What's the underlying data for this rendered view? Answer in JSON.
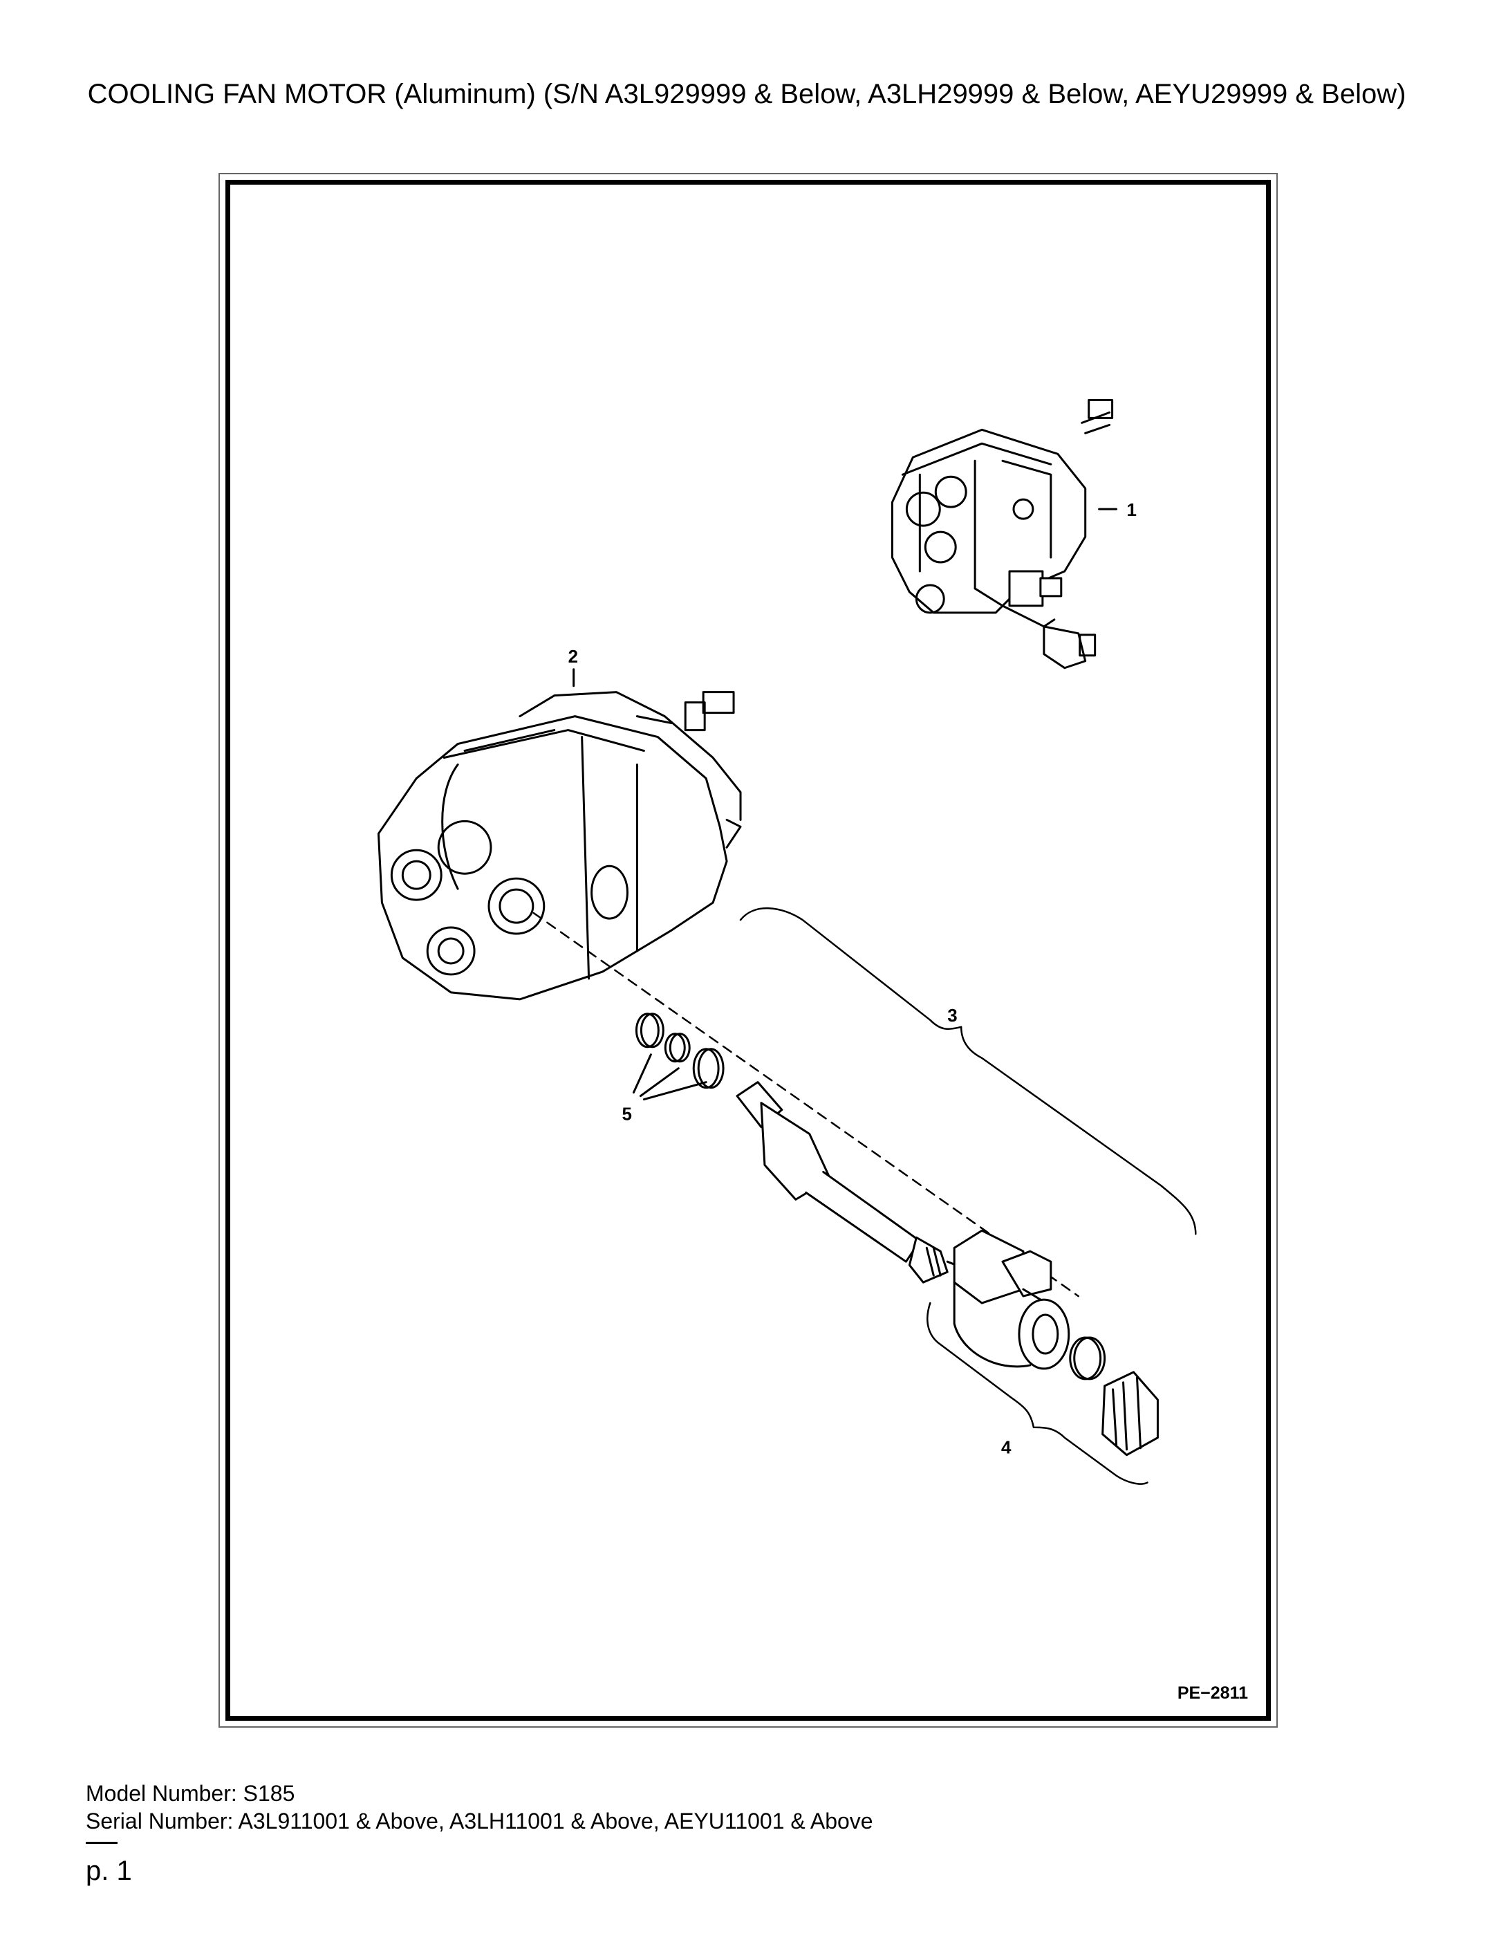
{
  "title": "COOLING FAN MOTOR (Aluminum) (S/N A3L929999 & Below, A3LH29999 & Below, AEYU29999 & Below)",
  "figure": {
    "code": "PE−2811",
    "callouts": [
      "1",
      "2",
      "3",
      "4",
      "5"
    ]
  },
  "model_number": "Model Number: S185",
  "serial_number": "Serial Number: A3L911001 & Above, A3LH11001 & Above, AEYU11001 & Above",
  "page_number": "p. 1"
}
